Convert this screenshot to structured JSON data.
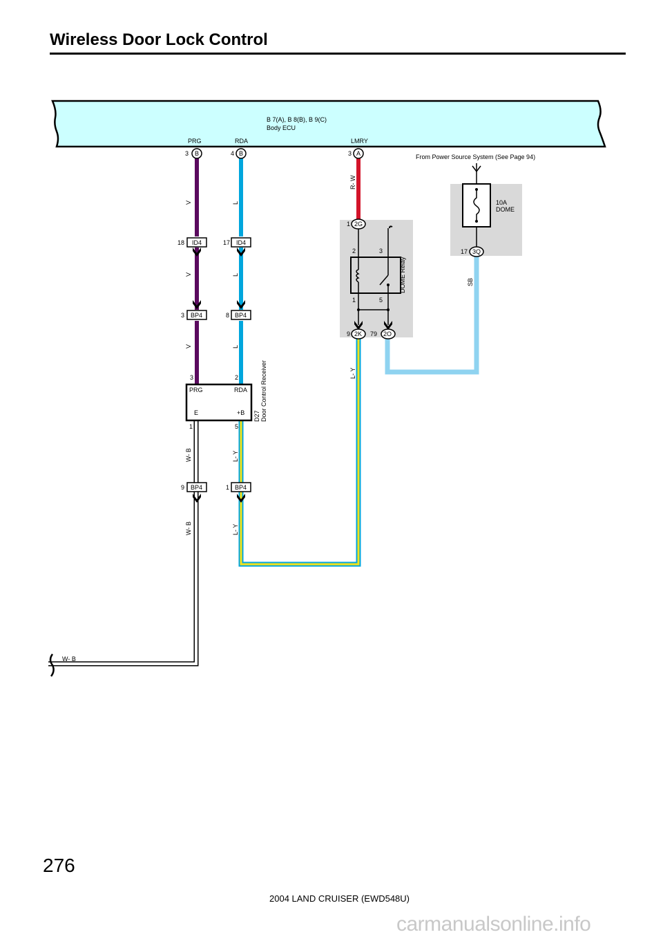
{
  "title": "Wireless Door Lock Control",
  "page_number": "276",
  "footer": "2004 LAND CRUISER (EWD548U)",
  "watermark": "carmanualsonline.info",
  "ecu": {
    "connectors": "B 7(A), B 8(B), B 9(C)",
    "name": "Body ECU",
    "pins": [
      {
        "label": "PRG",
        "num": "3",
        "conn": "B"
      },
      {
        "label": "RDA",
        "num": "4",
        "conn": "B"
      },
      {
        "label": "LMRY",
        "num": "3",
        "conn": "A"
      }
    ]
  },
  "power_source_note": "From Power Source System (See Page 94)",
  "fuse": {
    "rating": "10A",
    "name": "DOME",
    "pin": "17",
    "conn": "3Q"
  },
  "relay": {
    "name": "DOME Relay",
    "top_pin": "1",
    "top_conn": "2G",
    "p2": "2",
    "p3": "3",
    "p1": "1",
    "p5": "5",
    "left_pin": "9",
    "left_conn": "2K",
    "right_pin": "79",
    "right_conn": "2O"
  },
  "receiver": {
    "code": "D27",
    "name": "Door Control Receiver",
    "pin_prg": "3",
    "pin_rda": "2",
    "pin_e": "1",
    "pin_b": "5",
    "label_prg": "PRG",
    "label_rda": "RDA",
    "label_e": "E",
    "label_b": "+B"
  },
  "connectors": {
    "id4_left_pin": "18",
    "id4_right_pin": "17",
    "id4": "ID4",
    "bp4_a_left_pin": "3",
    "bp4_a_right_pin": "8",
    "bp4_b_left_pin": "9",
    "bp4_b_right_pin": "1",
    "bp4": "BP4"
  },
  "wires": {
    "v": "V",
    "l": "L",
    "rw": "R- W",
    "ly": "L- Y",
    "wb": "W- B",
    "sb": "SB"
  },
  "colors": {
    "ecu_fill": "#ccffff",
    "wire_violet": "#5a0a5e",
    "wire_blue": "#00a6dd",
    "wire_red": "#d3142a",
    "wire_yellow": "#f3e31b",
    "wire_skyblue": "#8fd3f0",
    "box_gray": "#d9d9d9"
  }
}
